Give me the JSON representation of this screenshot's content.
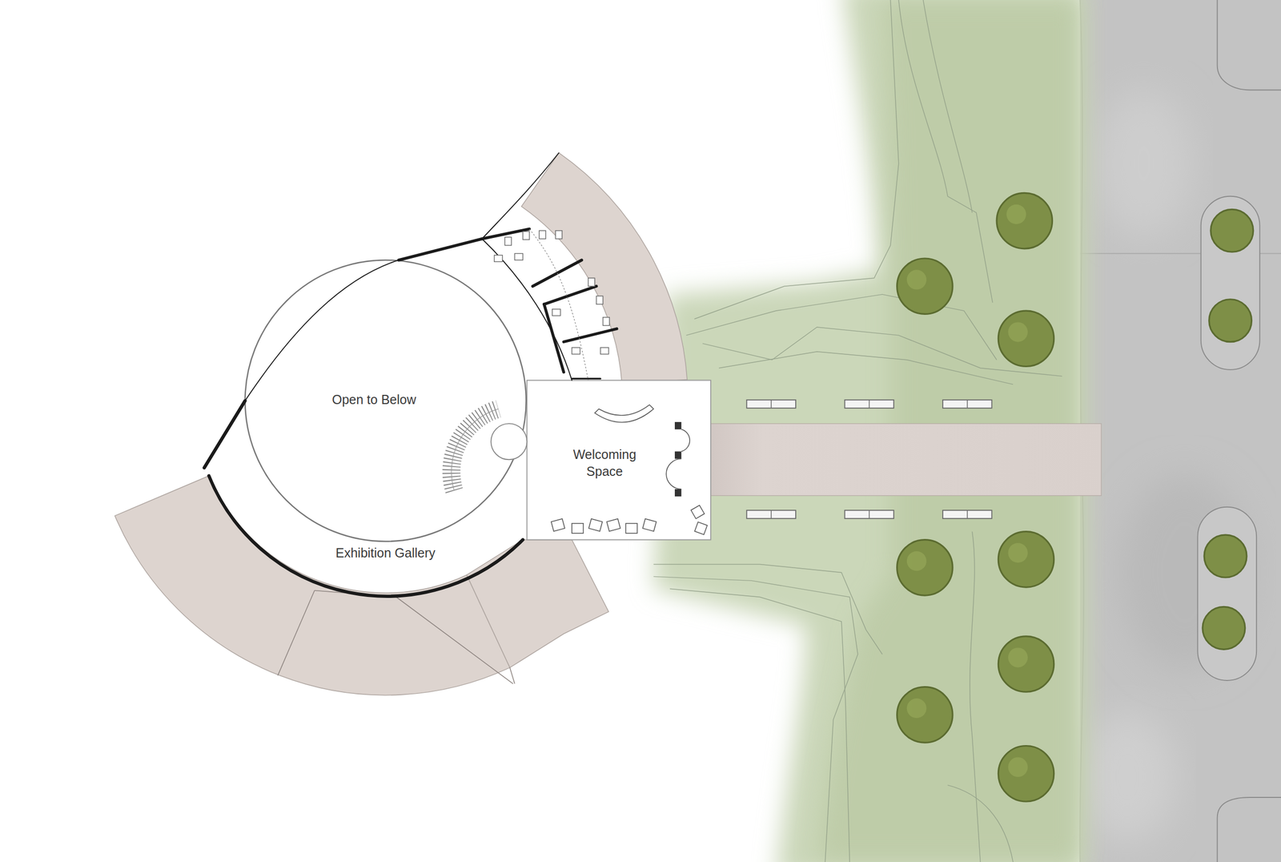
{
  "diagram": {
    "nodes": [
      {
        "text": [
          "Open to Below"
        ]
      },
      {
        "text": [
          "Welcoming Space"
        ]
      },
      {
        "text": [
          "Exhibition Gallery"
        ]
      }
    ]
  }
}
